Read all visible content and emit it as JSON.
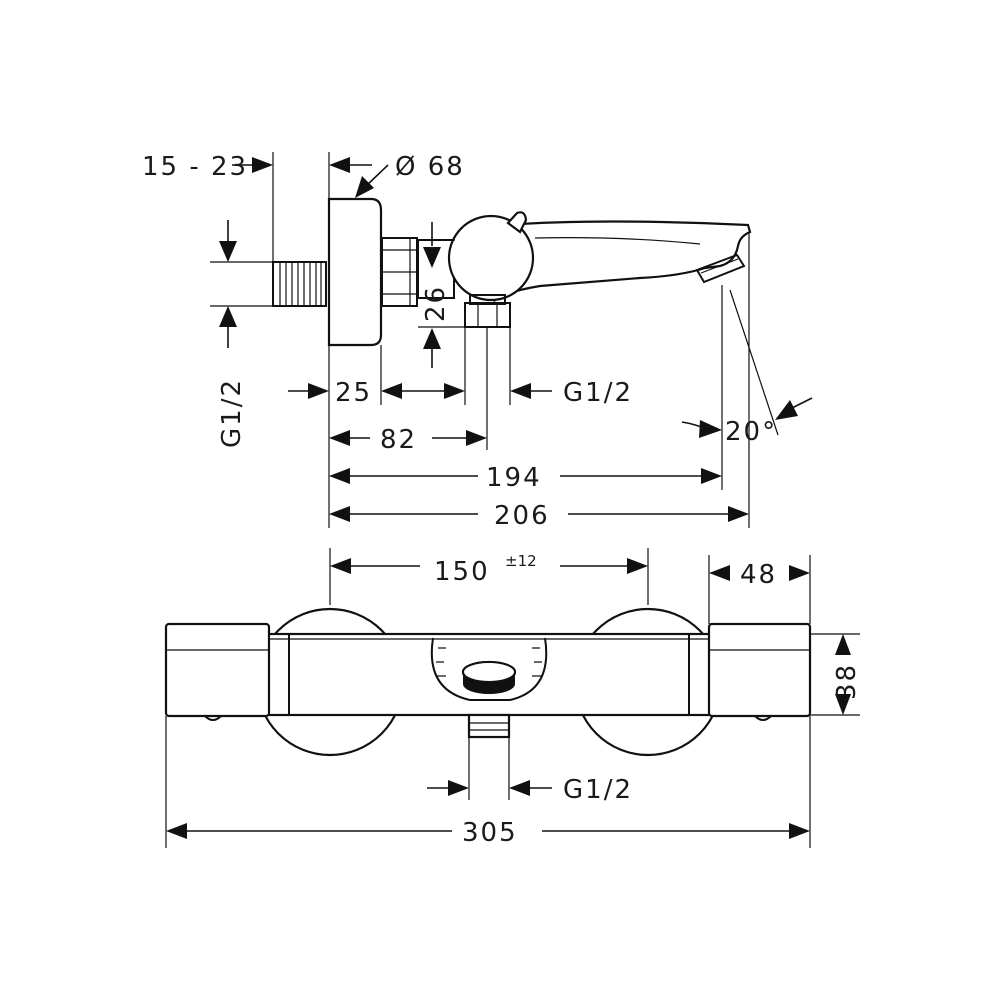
{
  "side_view": {
    "labels": {
      "wall_depth": "15 - 23",
      "diameter": "Ø 68",
      "g_left": "G1/2",
      "dim_26": "26",
      "dim_25": "25",
      "g_mid": "G1/2",
      "angle": "20°",
      "dim_82": "82",
      "dim_194": "194",
      "dim_206": "206"
    }
  },
  "front_view": {
    "labels": {
      "centers": "150",
      "centers_tol": "±12",
      "end_width": "48",
      "height": "38",
      "g_bottom": "G1/2",
      "overall": "305"
    }
  },
  "colors": {
    "line": "#111111",
    "background": "#ffffff"
  }
}
